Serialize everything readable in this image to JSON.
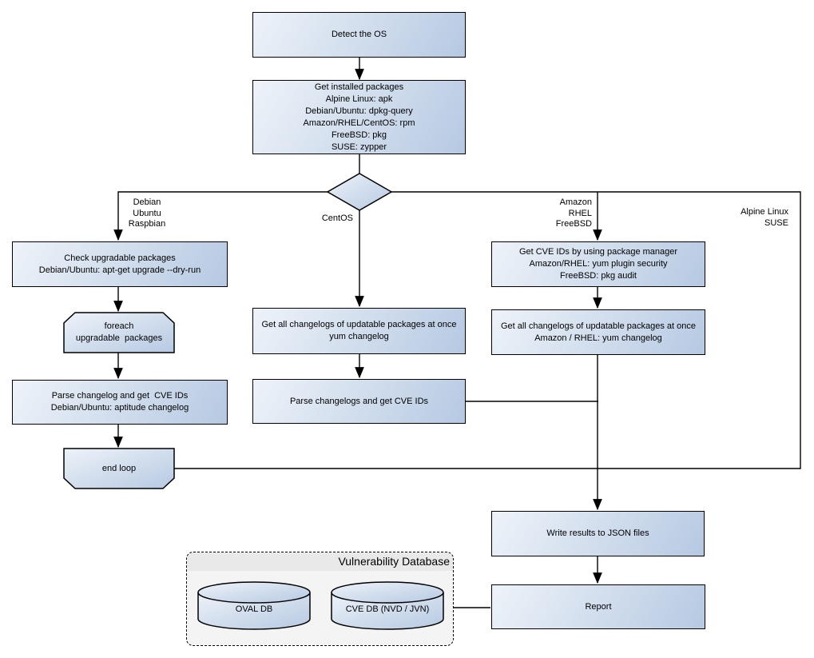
{
  "colors": {
    "node_fill_light": "#eef3f9",
    "node_fill_dark": "#b6c9e2",
    "outline": "#000000",
    "db_container_body": "#f4f4f4",
    "db_container_header": "#e9e9e9"
  },
  "nodes": {
    "detect_os": "Detect the OS",
    "get_installed_packages": "Get installed packages\nAlpine Linux: apk\nDebian/Ubuntu: dpkg-query\nAmazon/RHEL/CentOS: rpm\nFreeBSD: pkg\nSUSE: zypper",
    "check_upgradable": "Check upgradable packages\nDebian/Ubuntu: apt-get upgrade --dry-run",
    "foreach_loop": "foreach\nupgradable  packages",
    "parse_changelog_debian": "Parse changelog and get  CVE IDs\nDebian/Ubuntu: aptitude changelog",
    "end_loop": "end loop",
    "get_changelogs_centos": "Get all changelogs of updatable packages at once\nyum changelog",
    "parse_changelogs_centos": "Parse changelogs and get CVE IDs",
    "get_cve_ids_pkg_manager": "Get CVE IDs by using package manager\nAmazon/RHEL: yum plugin security\nFreeBSD: pkg audit",
    "get_changelogs_amazon": "Get all changelogs of updatable packages at once\nAmazon / RHEL: yum changelog",
    "write_results": "Write results to JSON files",
    "report": "Report"
  },
  "branch_labels": {
    "debian": "Debian\nUbuntu\nRaspbian",
    "centos": "CentOS",
    "amazon": "Amazon\nRHEL\nFreeBSD",
    "alpine": "Alpine Linux\nSUSE"
  },
  "database": {
    "title": "Vulnerability Database",
    "oval_db": "OVAL DB",
    "cve_db": "CVE DB (NVD / JVN)"
  }
}
